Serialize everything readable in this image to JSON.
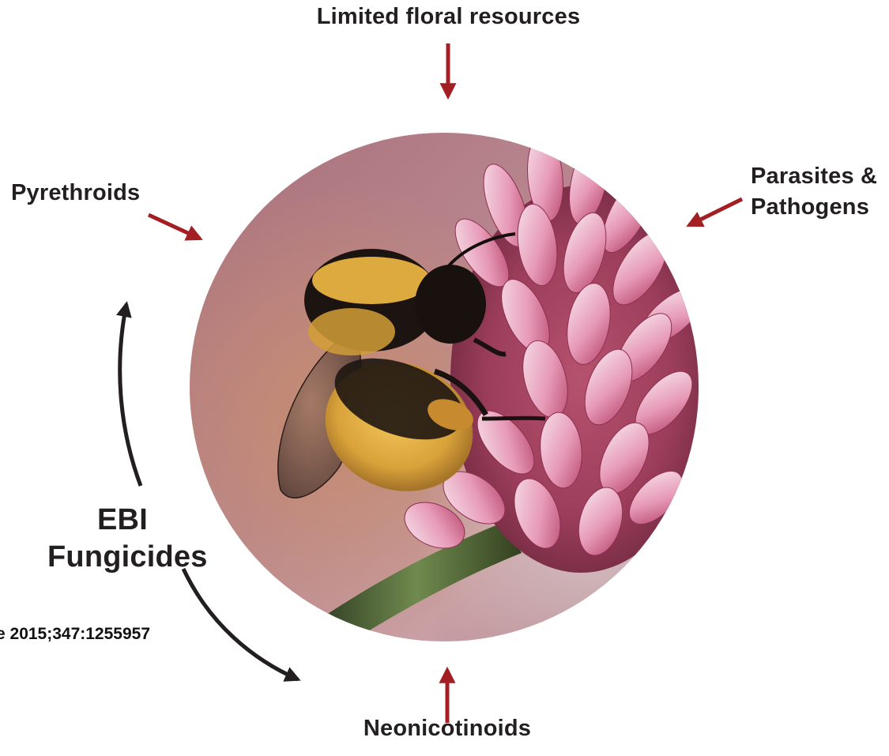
{
  "labels": {
    "top": "Limited floral resources",
    "left": "Pyrethroids",
    "right_line1": "Parasites &",
    "right_line2": "Pathogens",
    "bottom": "Neonicotinoids",
    "center_left_line1": "EBI",
    "center_left_line2": "Fungicides"
  },
  "citation": "e 2015;347:1255957",
  "image": {
    "subject": "bumblebee-on-red-clover"
  },
  "colors": {
    "stressor_arrow": "#a31f24",
    "interaction_arrow": "#231f20",
    "text": "#231f20"
  }
}
